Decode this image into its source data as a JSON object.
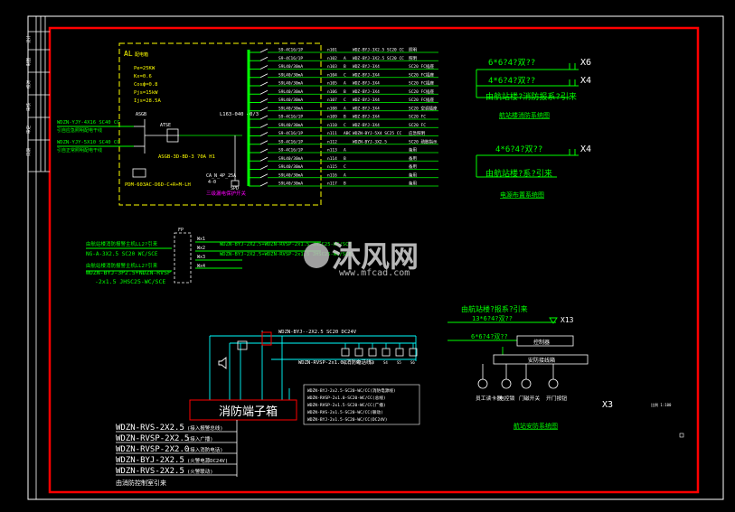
{
  "colors": {
    "background": "#000000",
    "frame": "#ff0000",
    "inner_frame": "#ffffff",
    "wire": "#00ff00",
    "panel": "#ffff00",
    "cyan": "#00ffff",
    "white": "#ffffff",
    "magenta": "#ff00ff",
    "watermark": "#d8d8d8"
  },
  "panel": {
    "id": "AL",
    "sub": "配电箱",
    "params": [
      "Pe=25KW",
      "Kx=0.6",
      "Cosф=0.8",
      "Pjs=15kW",
      "Ijs=28.5A"
    ],
    "incoming": [
      "WDZN-YJY-4X16 SC40 CC",
      "引自应急照明配电干线",
      "WDZN-YJY-5X10 SC40 CC",
      "引自正常照明配电干线"
    ],
    "ats_label": "ASGB",
    "ats_sub": "ATSE",
    "switch_label": "ASGB-3D-BD-3 70A H1",
    "pdm_label": "PDM-603AC-D6D-C+R+M-LH",
    "main_breaker": "L163-040 40/3",
    "branch_breaker": "CA_N_4P_25A",
    "branch_sub": "4-0",
    "spd_label": "SPD",
    "note": "三级漏电保护开关"
  },
  "circuits": [
    {
      "brk": "S9-4C16/1P",
      "id": "n101",
      "ph": "",
      "cable": "WDZ-BYJ-3X2.5 SC20 CC",
      "use": "照明"
    },
    {
      "brk": "S9-4C16/1P",
      "id": "n102",
      "ph": "A",
      "cable": "WDZ-BYJ-3X2.5 SC20 CC",
      "use": "照明"
    },
    {
      "brk": "S9L40/30mA",
      "id": "n103",
      "ph": "B",
      "cable": "WDZ-BYJ-3X4",
      "use": "SC20 FC插座"
    },
    {
      "brk": "S9L40/30mA",
      "id": "n104",
      "ph": "C",
      "cable": "WDZ-BYJ-3X4",
      "use": "SC20 FC插座"
    },
    {
      "brk": "S9L40/30mA",
      "id": "n105",
      "ph": "A",
      "cable": "WDZ-BYJ-3X4",
      "use": "SC20 FC插座"
    },
    {
      "brk": "S9L40/30mA",
      "id": "n106",
      "ph": "B",
      "cable": "WDZ-BYJ-3X4",
      "use": "SC20 FC插座"
    },
    {
      "brk": "S9L40/30mA",
      "id": "n107",
      "ph": "C",
      "cable": "WDZ-BYJ-3X4",
      "use": "SC20 FC插座"
    },
    {
      "brk": "S9L40/30mA",
      "id": "n108",
      "ph": "A",
      "cable": "WDZ-BYJ-3X4",
      "use": "SC20 空调插座"
    },
    {
      "brk": "S9-4C16/1P",
      "id": "n109",
      "ph": "B",
      "cable": "WDZ-BYJ-3X4",
      "use": "SC20 FC"
    },
    {
      "brk": "S9L40/30mA",
      "id": "n110",
      "ph": "C",
      "cable": "WDZ-BYJ-3X4",
      "use": "SC20 FC"
    },
    {
      "brk": "S9-4C16/1P",
      "id": "n111",
      "ph": "ABC",
      "cable": "WDZN-BYJ-5X4 SC25 CC",
      "use": "应急照明"
    },
    {
      "brk": "S9-4C16/1P",
      "id": "n112",
      "ph": "",
      "cable": "WDZN-BYJ-3X2.5",
      "use": "SC20 疏散指示"
    },
    {
      "brk": "S9-4C16/1P",
      "id": "n113",
      "ph": "A",
      "cable": "",
      "use": "备用"
    },
    {
      "brk": "S9L40/30mA",
      "id": "n114",
      "ph": "B",
      "cable": "",
      "use": "备用"
    },
    {
      "brk": "S9L40/30mA",
      "id": "n115",
      "ph": "C",
      "cable": "",
      "use": "备用"
    },
    {
      "brk": "S9L40/30mA",
      "id": "n116",
      "ph": "A",
      "cable": "",
      "use": "备用"
    },
    {
      "brk": "S9L40/30mA",
      "id": "n117",
      "ph": "B",
      "cable": "",
      "use": "备用"
    }
  ],
  "upper_right": {
    "line1": "6*6?4?双??",
    "tag1": "X6",
    "line2": "4*6?4?双??",
    "tag2": "X4",
    "ref": "由航站楼?消防报系?引来",
    "caption": "航站楼消防系统图",
    "line3": "4*6?4?双??",
    "tag3": "X4",
    "ref2": "由航站楼?系?引来",
    "caption2": "电源布置系统图"
  },
  "middle_left": {
    "src1": "由航站楼消防报警主机LL2?引来",
    "cable1": "NG-A-3X2.5 SC20 WC/SCE",
    "src2": "由航站楼消防报警主机LL2?引来",
    "cable2": "WDZN-BYJ-3P2.5+NDZN-RVSP",
    "cable2b": "-2x1.5 JHSC25-WC/SCE",
    "box": "FP",
    "outs": [
      "Wx1",
      "Wx2",
      "Wx3",
      "Wx4"
    ],
    "out_cable1": "WDZN-BYJ-2X2.5+WDZN-RVSP-2x1.5 JHSC25-WC/SCE",
    "out_cable2": "WDZN-BYJ-2X2.5+WDZN-RVSP-2x1.5 JHSC25-WC/SCE"
  },
  "lower": {
    "top_cable": "WDZN-BYJ--2X2.5 SC20  DC24V",
    "bus_cable": "WDZN-RVSP-2x1.0(消防电话线)",
    "box_label": "消防端子箱",
    "detectors": [
      "S1",
      "S2",
      "S3",
      "S4",
      "S5",
      "S6"
    ],
    "legend_right": [
      "WDZN-BYJ-2x2.5-SC20-WC/CC(消防电源线)",
      "WDZN-RVSP-2x1.0-SC20-WC/CC(总线)",
      "WDZN-RVSP-2x1.5-SC20-WC/CC(广播)",
      "WDZN-RVS-2x1.5-SC20-WC/CC(联动)",
      "WDZN-BYJ-2x1.5-SC20-WC/CC(DC24V)"
    ],
    "legend_left": [
      "WDZN-RVS-2X2.5",
      "WDZN-RVSP-2X2.5",
      "WDZN-RVSP-2X2.0",
      "WDZN-BYJ-2X2.5",
      "WDZN-RVS-2X2.5"
    ],
    "legend_left_notes": [
      "(接入报警总线)",
      "(接入广播)",
      "(接入消防电话)",
      "(火警电源DC24V)",
      "(火警联动)"
    ],
    "footer": "由消防控制室引来"
  },
  "lower_right": {
    "ref": "由航站楼?报系?引来",
    "cable1": "13*6?4?双??",
    "tag1": "X13",
    "cable2": "6*6?4?双??",
    "ctrl": "控制器",
    "hub": "安防接线箱",
    "devices": [
      "员工读卡器",
      "电控锁",
      "门磁开关",
      "开门按钮"
    ],
    "x3": "X3",
    "caption": "航站安防系统图",
    "scale": "比例 1:100"
  },
  "watermark": {
    "main": "沐风网",
    "sub": "www.mfcad.com"
  },
  "title_block": {
    "labels": [
      "设计",
      "制图",
      "校对",
      "审核",
      "审定",
      "日期"
    ]
  }
}
